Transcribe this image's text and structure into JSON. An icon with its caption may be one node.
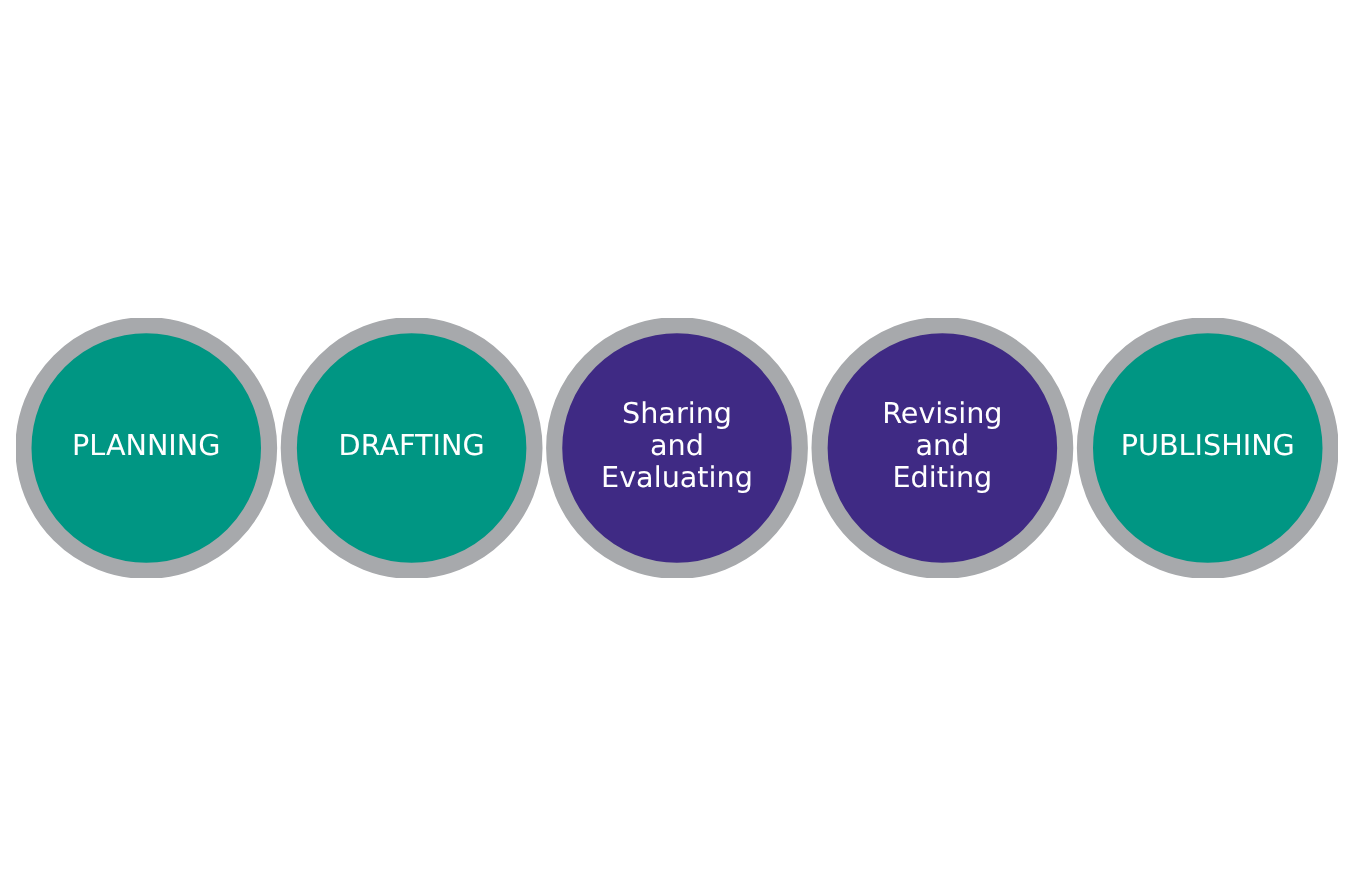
{
  "diagram": {
    "nodes": [
      {
        "text": [
          "PLANNING"
        ]
      },
      {
        "text": [
          "DRAFTING"
        ]
      },
      {
        "text": [
          "Sharing and Evaluating"
        ]
      },
      {
        "text": [
          "Revising and Editing"
        ]
      },
      {
        "text": [
          "PUBLISHING"
        ]
      }
    ]
  }
}
